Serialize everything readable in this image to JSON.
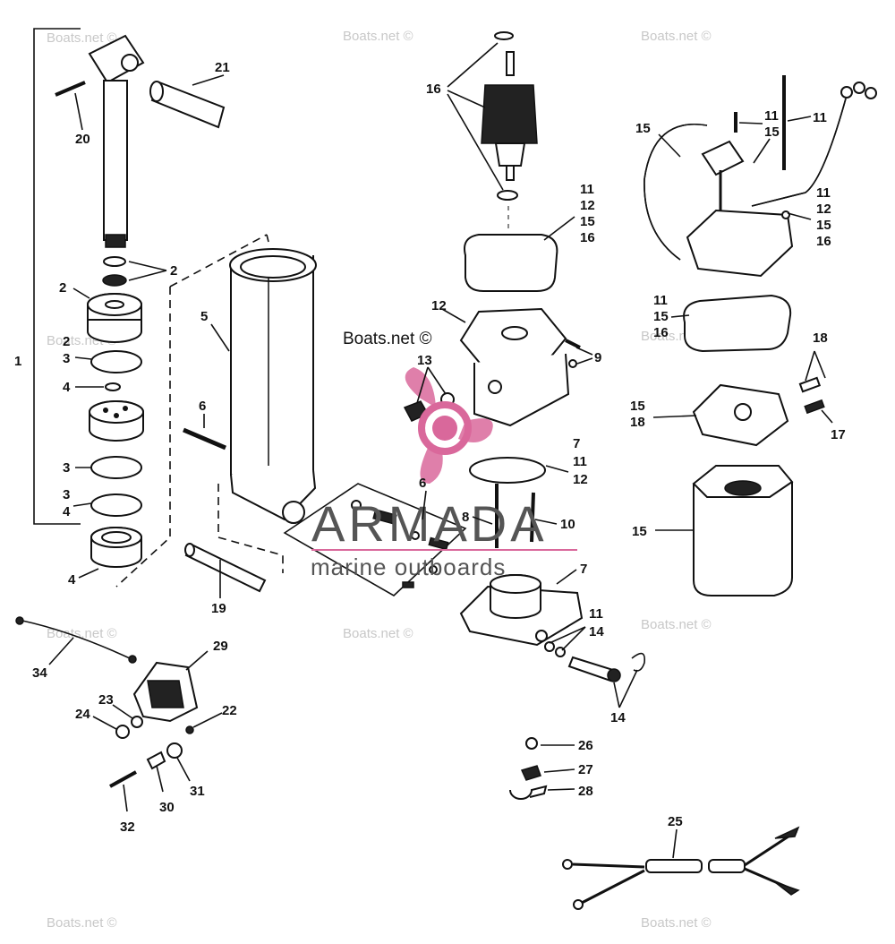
{
  "watermarks": [
    "Boats.net ©",
    "Boats.net ©",
    "Boats.net ©",
    "Boats.net ©",
    "Boats.net ©",
    "Boats.net ©",
    "Boats.net ©",
    "Boats.net ©",
    "Boats.net ©",
    "Boats.net ©"
  ],
  "center_watermark": "Boats.net ©",
  "brand": {
    "name": "ARMADA",
    "tagline": "marine outboards",
    "logo_color": "#d9689b"
  },
  "callouts": {
    "n1": "1",
    "n20": "20",
    "n21": "21",
    "n2a": "2",
    "n2b": "2",
    "n2c": "2",
    "n3a": "3",
    "n4a": "4",
    "n3b": "3",
    "n3c": "3",
    "n4b": "4",
    "n4c": "4",
    "n5": "5",
    "n6a": "6",
    "n19": "19",
    "n16a": "16",
    "s11a": "11",
    "s12a": "12",
    "s15a": "15",
    "s16a": "16",
    "n12": "12",
    "n9": "9",
    "n13": "13",
    "s7a": "7",
    "s11b": "11",
    "s12b": "12",
    "n6b": "6",
    "n8": "8",
    "n10": "10",
    "n7b": "7",
    "s11c": "11",
    "s14a": "14",
    "n14b": "14",
    "n15a": "15",
    "s11d": "11",
    "s15b": "15",
    "n11e": "11",
    "s11f": "11",
    "s12f": "12",
    "s15f": "15",
    "s16f": "16",
    "s11g": "11",
    "s15g": "15",
    "s16g": "16",
    "n18": "18",
    "s15h": "15",
    "s18h": "18",
    "n17": "17",
    "n15i": "15",
    "n34": "34",
    "n29": "29",
    "n23": "23",
    "n24": "24",
    "n22": "22",
    "n30": "30",
    "n31": "31",
    "n32": "32",
    "n26": "26",
    "n27": "27",
    "n28": "28",
    "n25": "25"
  }
}
